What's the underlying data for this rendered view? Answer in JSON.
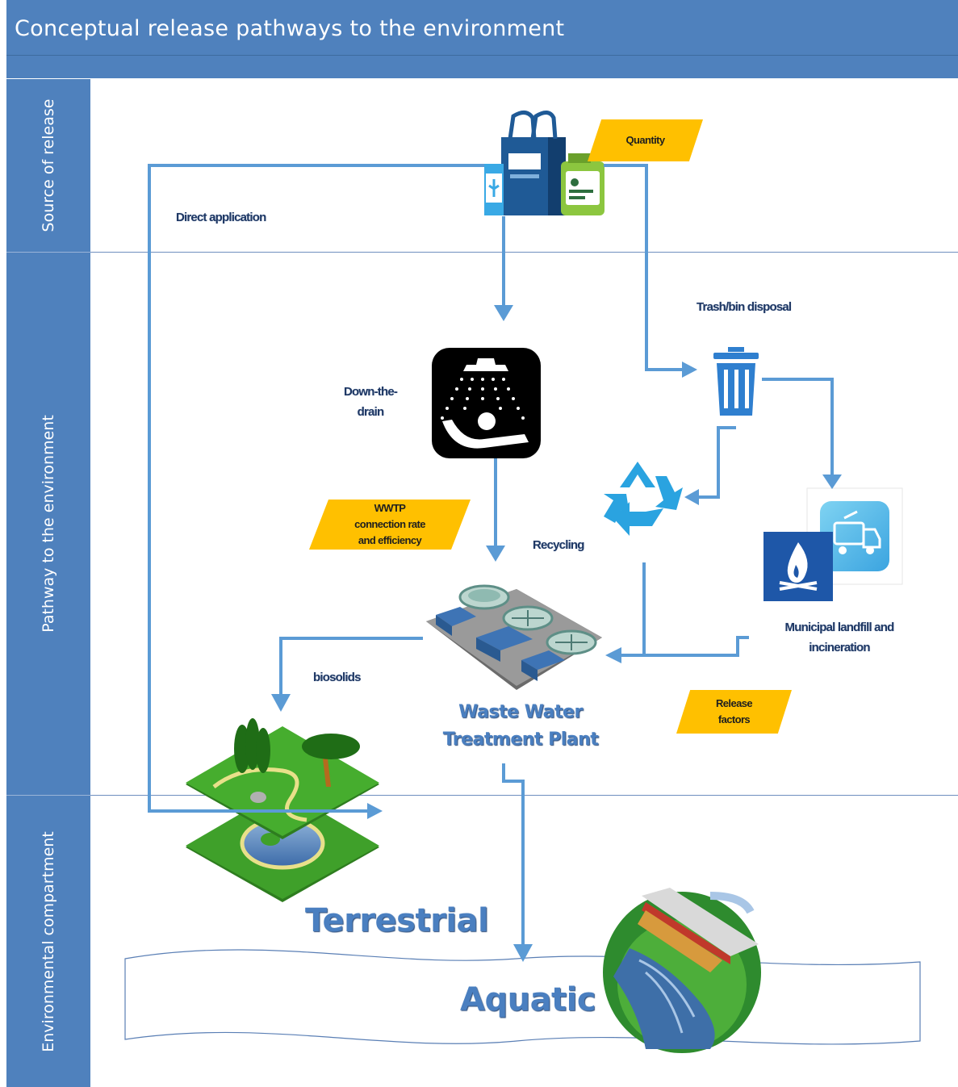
{
  "title": "Conceptual release pathways to the environment",
  "lanes": [
    {
      "label": "Source of release"
    },
    {
      "label": "Pathway to the environment"
    },
    {
      "label": "Environmental compartment"
    }
  ],
  "labels": {
    "direct_application": "Direct application",
    "trash_disposal": "Trash/bin disposal",
    "down_the_drain_1": "Down-the-",
    "down_the_drain_2": "drain",
    "recycling": "Recycling",
    "landfill_1": "Municipal landfill and",
    "landfill_2": "incineration",
    "biosolids": "biosolids",
    "wwtp_1": "Waste Water",
    "wwtp_2": "Treatment Plant",
    "terrestrial": "Terrestrial",
    "aquatic": "Aquatic"
  },
  "tags": {
    "quantity": "Quantity",
    "wwtp_connection": "WWTP\nconnection rate\nand efficiency",
    "release_factors": "Release\nfactors"
  },
  "colors": {
    "header": "#4f81bd",
    "arrow": "#5b9bd5",
    "tag": "#ffc000",
    "label": "#1f3864"
  }
}
